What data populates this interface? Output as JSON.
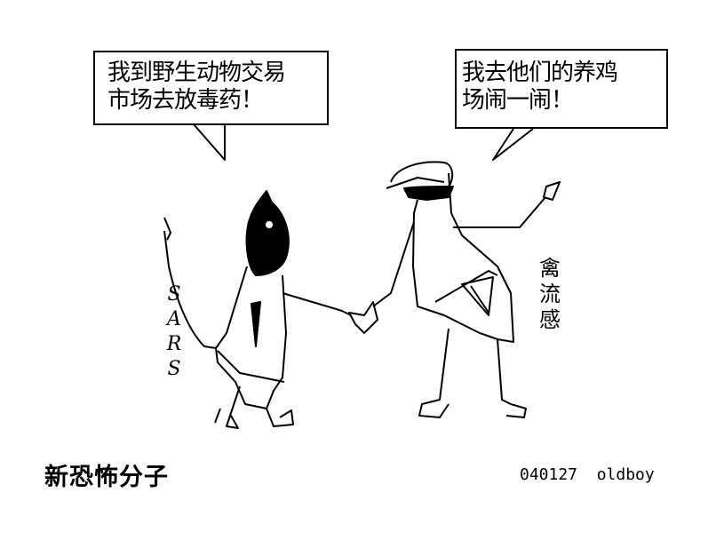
{
  "left_bubble": {
    "text": "我到野生动物交易\n市场去放毒药！"
  },
  "right_bubble": {
    "text": "我去他们的养鸡\n场闹一闹！"
  },
  "left_label": "SARS",
  "right_label": "禽流感",
  "title": "新恐怖分子",
  "credit": "040127  oldboy"
}
